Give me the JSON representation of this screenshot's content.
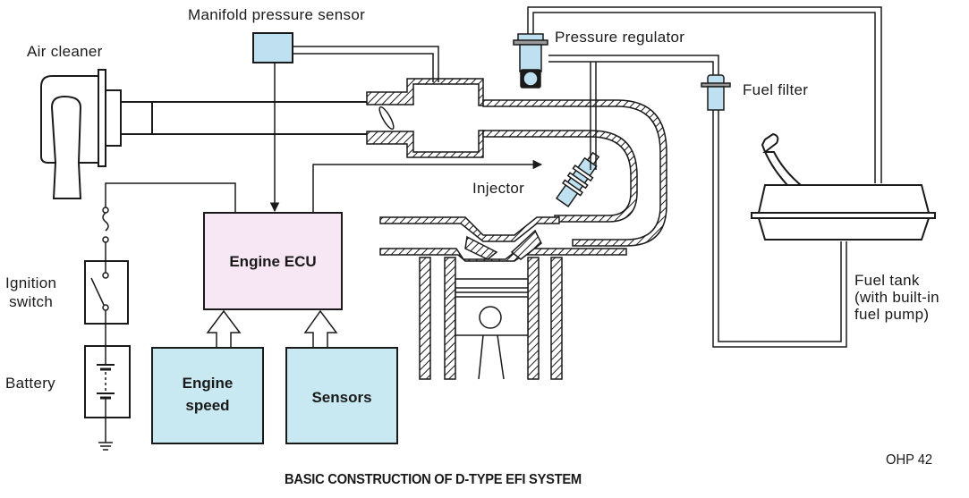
{
  "diagram": {
    "caption": "BASIC CONSTRUCTION OF D-TYPE EFI SYSTEM",
    "page_ref": "OHP 42",
    "labels": {
      "manifold_pressure_sensor": "Manifold pressure sensor",
      "air_cleaner": "Air cleaner",
      "pressure_regulator": "Pressure regulator",
      "fuel_filter": "Fuel filter",
      "injector": "Injector",
      "ignition_switch_line1": "Ignition",
      "ignition_switch_line2": "switch",
      "battery": "Battery",
      "fuel_tank_line1": "Fuel tank",
      "fuel_tank_line2": "(with built-in",
      "fuel_tank_line3": "fuel pump)"
    },
    "blocks": {
      "ecu": "Engine ECU",
      "engine_speed_line1": "Engine",
      "engine_speed_line2": "speed",
      "sensors": "Sensors"
    },
    "colors": {
      "ecu_fill": "#f7e6f3",
      "input_fill": "#c9e9f2",
      "component_fill": "#bfe0f0",
      "line": "#1a1a1a"
    }
  }
}
